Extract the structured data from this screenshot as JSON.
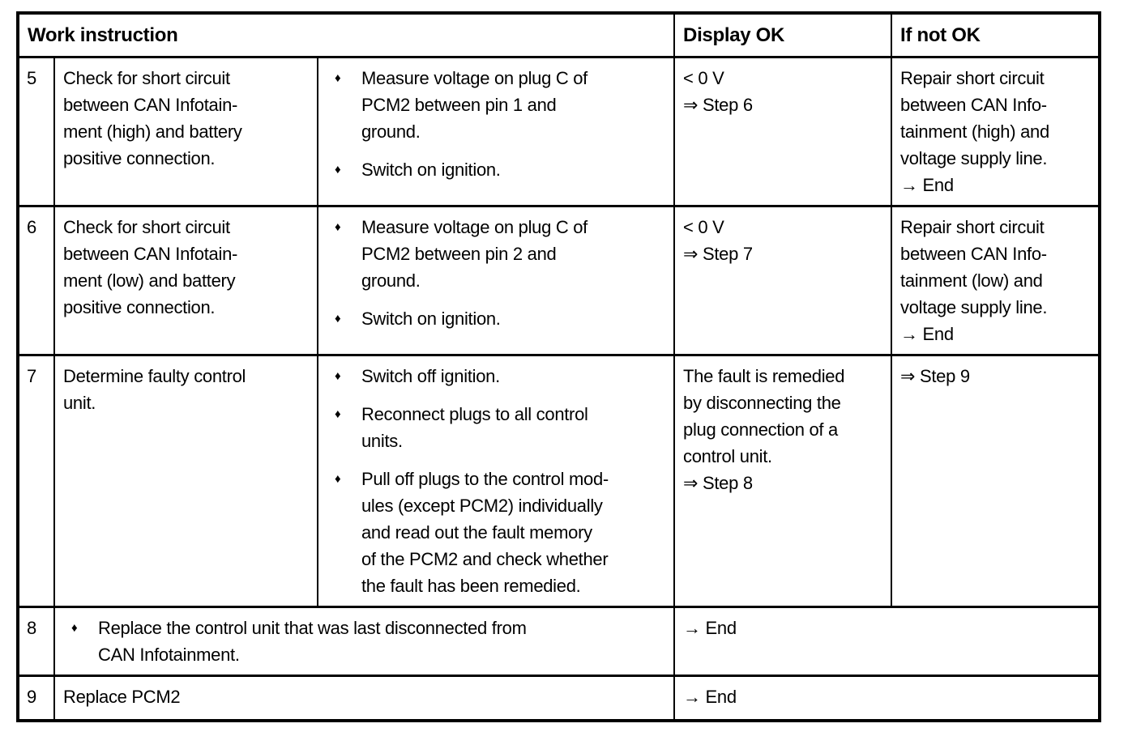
{
  "icons": {
    "bullet": "♦"
  },
  "table": {
    "headers": {
      "work_instruction": "Work instruction",
      "display_ok": "Display OK",
      "if_not_ok": "If not OK"
    },
    "rows": [
      {
        "step": "5",
        "description": [
          "Check for short circuit",
          "between CAN Infotain-",
          "ment (high) and battery",
          "positive connection."
        ],
        "actions": [
          [
            "Measure voltage on plug C of",
            "PCM2 between pin 1 and",
            "ground."
          ],
          [
            "Switch on ignition."
          ]
        ],
        "display_ok": [
          "< 0 V",
          "⇒ Step 6"
        ],
        "if_not_ok": [
          "Repair short circuit",
          "between CAN Info-",
          "tainment (high) and",
          "voltage supply line.",
          "→ End"
        ]
      },
      {
        "step": "6",
        "description": [
          "Check for short circuit",
          "between CAN Infotain-",
          "ment (low) and battery",
          "positive connection."
        ],
        "actions": [
          [
            "Measure voltage on plug C of",
            "PCM2 between pin 2 and",
            "ground."
          ],
          [
            "Switch on ignition."
          ]
        ],
        "display_ok": [
          "< 0 V",
          "⇒ Step 7"
        ],
        "if_not_ok": [
          "Repair short circuit",
          "between CAN Info-",
          "tainment (low) and",
          "voltage supply line.",
          "→ End"
        ]
      },
      {
        "step": "7",
        "description": [
          "Determine faulty control",
          "unit."
        ],
        "actions": [
          [
            "Switch off ignition."
          ],
          [
            "Reconnect plugs to all control",
            "units."
          ],
          [
            "Pull off plugs to the control mod-",
            "ules (except PCM2) individually",
            "and read out the fault memory",
            "of the PCM2 and check whether",
            "the fault has been remedied."
          ]
        ],
        "display_ok": [
          "The fault is remedied",
          "by disconnecting the",
          "plug connection of a",
          "control unit.",
          "⇒ Step 8"
        ],
        "if_not_ok": [
          "⇒ Step 9"
        ]
      },
      {
        "step": "8",
        "actions": [
          [
            "Replace the control unit that was last disconnected from",
            "CAN Infotainment."
          ]
        ],
        "result": [
          "→ End"
        ]
      },
      {
        "step": "9",
        "description": [
          "Replace PCM2"
        ],
        "result": [
          "→ End"
        ]
      }
    ]
  }
}
